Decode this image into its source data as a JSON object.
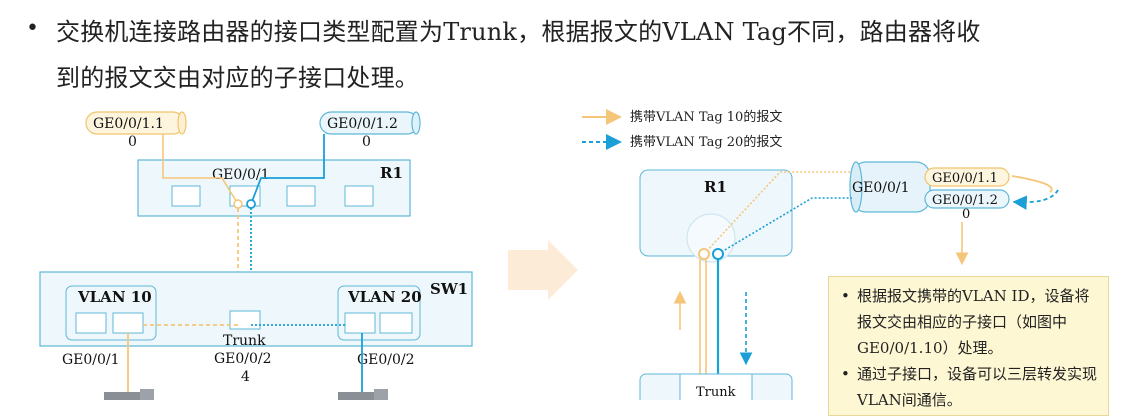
{
  "header": {
    "bullet": "•",
    "line1": "交换机连接路由器的接口类型配置为Trunk，根据报文的VLAN Tag不同，路由器将收",
    "line2": "到的报文交由对应的子接口处理。"
  },
  "left": {
    "sub_if1_name": "GE0/0/1.1",
    "sub_if1_val": "0",
    "sub_if2_name": "GE0/0/1.2",
    "sub_if2_val": "0",
    "router_port": "GE0/0/1",
    "router_name": "R1",
    "switch_name": "SW1",
    "vlan10": "VLAN 10",
    "vlan20": "VLAN 20",
    "trunk": "Trunk",
    "trunk_port_a": "GE0/0/2",
    "trunk_port_b": "4",
    "access_port1": "GE0/0/1",
    "access_port2": "GE0/0/2"
  },
  "legend": {
    "tag10": "携带VLAN Tag 10的报文",
    "tag20": "携带VLAN Tag 20的报文"
  },
  "right": {
    "router_name": "R1",
    "port": "GE0/0/1",
    "sub1": "GE0/0/1.1",
    "sub2": "GE0/0/1.2",
    "sub_val": "0",
    "trunk": "Trunk"
  },
  "info": {
    "bullet": "•",
    "item1": "根据报文携带的VLAN ID，设备将报文交由相应的子接口（如图中GE0/0/1.10）处理。",
    "item2": "通过子接口，设备可以三层转发实现VLAN间通信。"
  },
  "colors": {
    "orange": "#f5c67a",
    "blue": "#1a9fd6",
    "box_border": "#5db8d8",
    "box_fill": "#eef7fb",
    "arrow": "#f9d9b0"
  }
}
